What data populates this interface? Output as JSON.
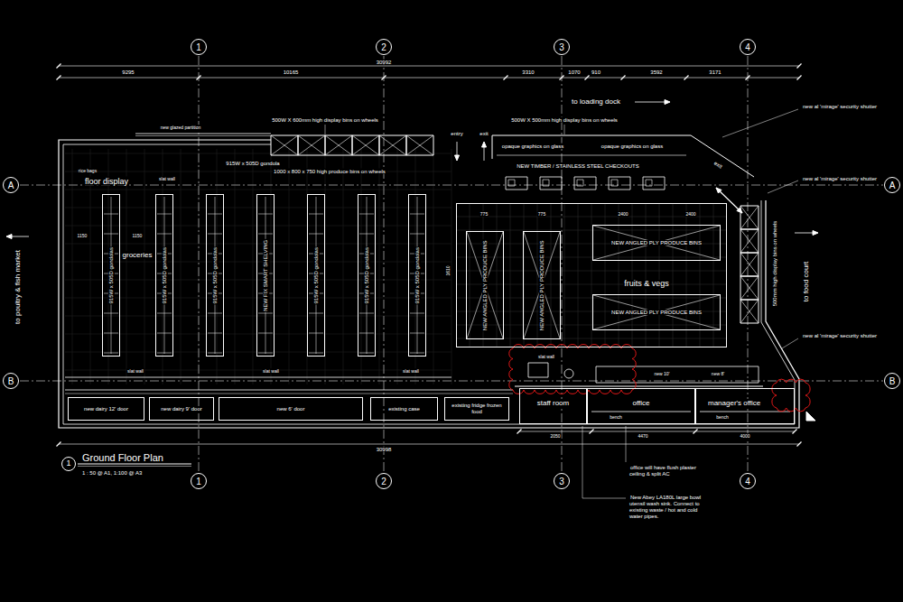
{
  "diagram": {
    "title": "Ground Floor Plan",
    "nodes": [
      {
        "text": [
          "1"
        ]
      },
      {
        "text": [
          "2"
        ]
      },
      {
        "text": [
          "3"
        ]
      },
      {
        "text": [
          "4"
        ]
      },
      {
        "text": [
          "A"
        ]
      },
      {
        "text": [
          "A"
        ]
      },
      {
        "text": [
          "915W x 505D gondolas"
        ]
      },
      {
        "text": [
          "915W x 505D gondolas"
        ]
      },
      {
        "text": [
          "915W x 505D gondolas"
        ]
      },
      {
        "text": [
          "NEW FIX SMART SHELVING"
        ]
      },
      {
        "text": [
          "915W x 505D gondolas"
        ]
      },
      {
        "text": [
          "915W x 505D gondolas"
        ]
      },
      {
        "text": [
          "915W x 505D gondolas"
        ]
      },
      {
        "text": [
          "fruits & vegs"
        ]
      },
      {
        "text": [
          "NEW ANGLED PLY PRODUCE BINS"
        ],
        "in": 13
      },
      {
        "text": [
          "NEW ANGLED PLY PRODUCE BINS"
        ],
        "in": 13
      },
      {
        "text": [
          "NEW ANGLED PLY PRODUCE BINS"
        ],
        "in": 13
      },
      {
        "text": [
          "NEW ANGLED PLY PRODUCE BINS"
        ],
        "in": 13
      },
      {
        "text": [
          "B"
        ]
      },
      {
        "text": [
          "B"
        ]
      },
      {
        "text": [
          "staff room"
        ]
      },
      {
        "text": [
          "office"
        ]
      },
      {
        "text": [
          "manager's office"
        ]
      },
      {
        "text": [
          "new dairy 12' door"
        ]
      },
      {
        "text": [
          "new dairy 9' door"
        ]
      },
      {
        "text": [
          "new 6' door"
        ]
      },
      {
        "text": [
          "existing case"
        ]
      },
      {
        "text": [
          "existing fridge frozen food"
        ]
      },
      {
        "text": [
          "1"
        ]
      },
      {
        "text": [
          "2"
        ]
      },
      {
        "text": [
          "3"
        ]
      },
      {
        "text": [
          "4"
        ]
      },
      {
        "text": [
          "1"
        ]
      }
    ],
    "labels": [
      "30992",
      "9295",
      "10165",
      "3310",
      "1070",
      "910",
      "3592",
      "3171",
      "to loading dock",
      "500W X 600mm high display bins on wheels",
      "500W X 500mm high display bins on wheels",
      "new glazed partition",
      "entry",
      "exit",
      "opaque graphics on glass",
      "opaque graphics on glass",
      "915W x 505D gondola",
      "1000 x 800 x 750 high produce bins on wheels",
      "NEW TIMBER / STAINLESS STEEL CHECKOUTS",
      "exit",
      "new al 'mirage' security shutter",
      "new al 'mirage' security shutter",
      "500mm high display bins on wheels",
      "to food court",
      "new al 'mirage' security shutter",
      "rice bags",
      "floor display",
      "slat wall",
      "1150",
      "1150",
      "groceries",
      "slat wall",
      "slat wall",
      "slat wall",
      "to poultry & fish market",
      "1610",
      "775",
      "775",
      "2400",
      "2400",
      "slat wall",
      "new 10'",
      "new 8'",
      "bench",
      "bench",
      "2050",
      "4470",
      "4000",
      "30998",
      "office will have flush plaster ceiling & split AC",
      "New Abey LA180L large bowl utensil wash sink. Connect to existing waste / hot and cold water pipes.",
      "1 : 50 @ A1, 1:100 @ A3"
    ]
  }
}
